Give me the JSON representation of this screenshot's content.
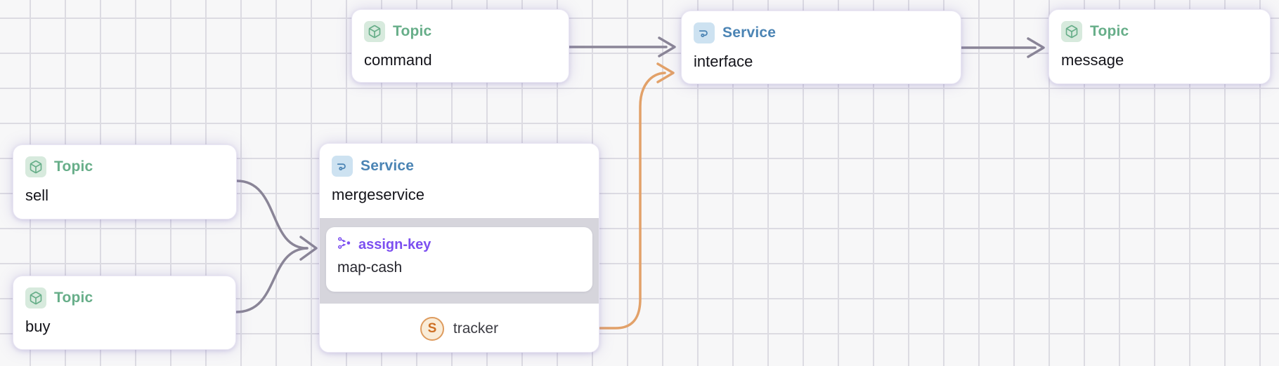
{
  "diagram": {
    "nodes": {
      "command": {
        "type_label": "Topic",
        "name": "command"
      },
      "interface": {
        "type_label": "Service",
        "name": "interface"
      },
      "message": {
        "type_label": "Topic",
        "name": "message"
      },
      "sell": {
        "type_label": "Topic",
        "name": "sell"
      },
      "buy": {
        "type_label": "Topic",
        "name": "buy"
      },
      "mergeservice": {
        "type_label": "Service",
        "name": "mergeservice",
        "operator": {
          "type_label": "assign-key",
          "name": "map-cash"
        },
        "store": {
          "badge": "S",
          "name": "tracker"
        }
      }
    },
    "edges": [
      {
        "from": "command",
        "to": "interface",
        "color": "#8a8597"
      },
      {
        "from": "interface",
        "to": "message",
        "color": "#8a8597"
      },
      {
        "from": "sell",
        "to": "mergeservice/map-cash",
        "color": "#8a8597"
      },
      {
        "from": "buy",
        "to": "mergeservice/map-cash",
        "color": "#8a8597"
      },
      {
        "from": "mergeservice/tracker",
        "to": "interface",
        "color": "#e2a169"
      }
    ],
    "colors": {
      "canvas_bg": "#f7f7f8",
      "grid_line": "#dcdbe2",
      "topic_accent": "#67ae89",
      "topic_icon_bg": "#d7eadd",
      "service_accent": "#4b84b4",
      "service_icon_bg": "#cde2f1",
      "operator_accent": "#7c4ff0",
      "band_bg": "#d6d5dc",
      "store_badge_bg": "#f9ecd8",
      "store_badge_border": "#de9b5e",
      "store_badge_text": "#cd6f24",
      "edge_gray": "#8a8597",
      "edge_orange": "#e2a169"
    }
  }
}
